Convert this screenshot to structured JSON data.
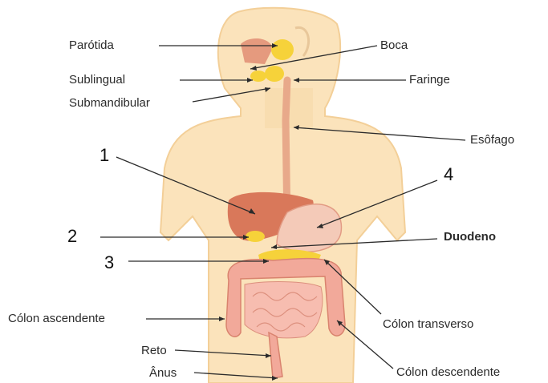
{
  "labels": {
    "parotida": "Parótida",
    "boca": "Boca",
    "sublingual": "Sublingual",
    "faringe": "Faringe",
    "submandibular": "Submandibular",
    "esofago": "Esôfago",
    "duodeno": "Duodeno",
    "colon_ascendente": "Cólon ascendente",
    "colon_transverso": "Cólon transverso",
    "reto": "Reto",
    "anus": "Ânus",
    "colon_descendente": "Cólon descendente"
  },
  "numbers": {
    "n1": "1",
    "n2": "2",
    "n3": "3",
    "n4": "4"
  },
  "colors": {
    "skin": "#fbe3bb",
    "skin_shade": "#f3cf98",
    "liver": "#d9785a",
    "gland": "#f6d23a",
    "intestine": "#f2a99a",
    "line": "#2b2b2b"
  }
}
